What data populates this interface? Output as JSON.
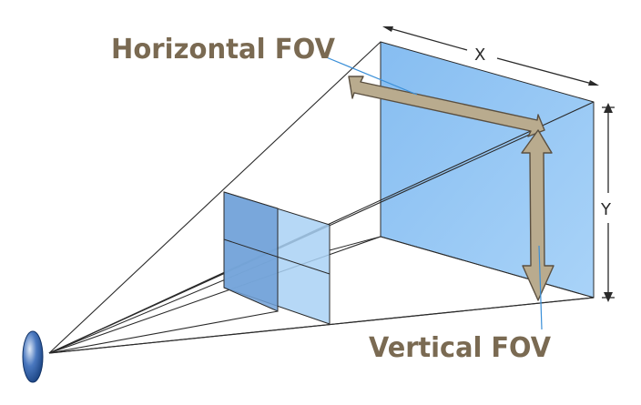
{
  "labels": {
    "horizontal_fov": "Horizontal FOV",
    "vertical_fov": "Vertical FOV",
    "x": "X",
    "y": "Y"
  },
  "colors": {
    "plane_fill": "#9ccaf5",
    "plane_small_fill": "#a9d1f5",
    "plane_small_dark": "#6f9fd6",
    "arrow_fill": "#b9ab8e",
    "arrow_stroke": "#5a4f40",
    "label_color": "#7a6a52",
    "line_color": "#2a2a2a",
    "leader_color": "#3a8fd8",
    "lens_color": "#1f4f93"
  }
}
